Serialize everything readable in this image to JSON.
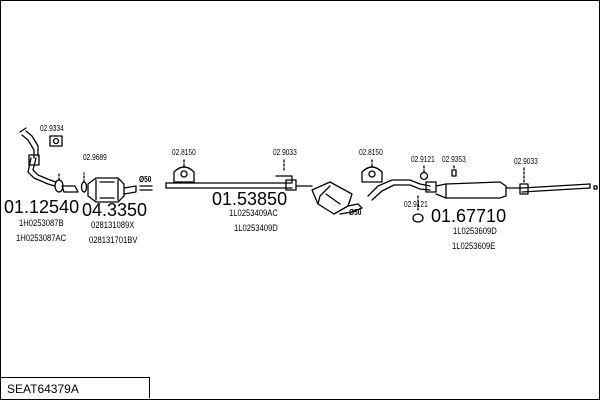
{
  "diagram": {
    "title": "SEAT64379A",
    "parts": [
      {
        "id": "p_02_9334",
        "label": "02.9334"
      },
      {
        "id": "p_02_9689",
        "label": "02.9689"
      },
      {
        "id": "p_02_8150_a",
        "label": "02.8150"
      },
      {
        "id": "p_02_9033_a",
        "label": "02.9033"
      },
      {
        "id": "p_02_8150_b",
        "label": "02.8150"
      },
      {
        "id": "p_02_9121_a",
        "label": "02.9121"
      },
      {
        "id": "p_02_9353",
        "label": "02.9353"
      },
      {
        "id": "p_02_9033_b",
        "label": "02.9033"
      },
      {
        "id": "p_02_9121_b",
        "label": "02.9121"
      }
    ],
    "diameter_labels": [
      "Ø50",
      "Ø50"
    ],
    "assemblies": [
      {
        "number": "01.12540",
        "oe": [
          "1H0253087B",
          "1H0253087AC"
        ]
      },
      {
        "number": "04.3350",
        "oe": [
          "028131089X",
          "028131701BV"
        ]
      },
      {
        "number": "01.53850",
        "oe": [
          "1L0253409AC",
          "1L0253409D"
        ]
      },
      {
        "number": "01.67710",
        "oe": [
          "1L0253609D",
          "1L0253609E"
        ]
      }
    ]
  }
}
